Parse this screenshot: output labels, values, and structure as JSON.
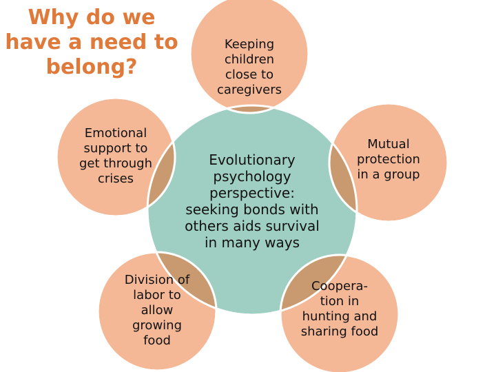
{
  "title_lines": [
    "Why do we",
    "have a need to",
    "belong?"
  ],
  "center": {
    "lines": [
      "Evolutionary",
      "psychology",
      "perspective:",
      "seeking bonds with",
      "others aids survival",
      "in many ways"
    ]
  },
  "satellites": [
    {
      "lines": [
        "Keeping",
        "children",
        "close to",
        "caregivers"
      ]
    },
    {
      "lines": [
        "Mutual",
        "protection",
        "in a group"
      ]
    },
    {
      "lines": [
        "Coopera-",
        "tion in",
        "hunting and",
        "sharing food"
      ]
    },
    {
      "lines": [
        "Division of",
        "labor to",
        "allow",
        "growing",
        "food"
      ]
    },
    {
      "lines": [
        "Emotional",
        "support to",
        "get through",
        "crises"
      ]
    }
  ],
  "colors": {
    "title": "#e07a3a",
    "center_fill": "#9fcfc2",
    "satellite_fill": "#f4b896",
    "overlap_fill": "#c99a6f",
    "outline": "#ffffff"
  }
}
